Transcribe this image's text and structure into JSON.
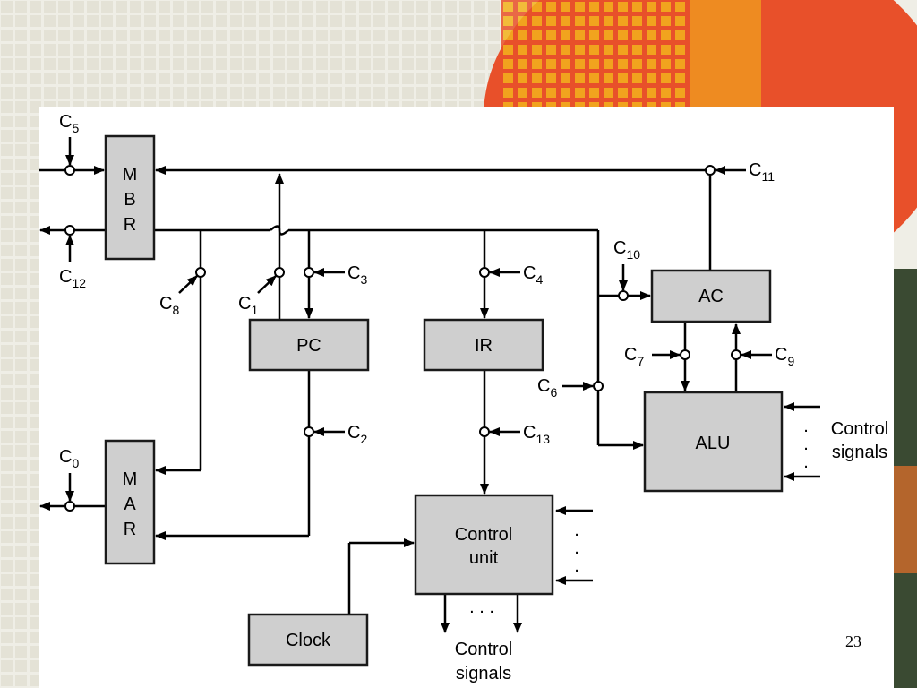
{
  "slide": {
    "page_number": "23",
    "colors": {
      "accent_orange": "#e8502a",
      "accent_yellow": "#f2b21c",
      "box_fill": "#cfcfcf"
    }
  },
  "diagram": {
    "registers": {
      "mbr": [
        "M",
        "B",
        "R"
      ],
      "mar": [
        "M",
        "A",
        "R"
      ],
      "pc": "PC",
      "ir": "IR",
      "ac": "AC",
      "alu": "ALU",
      "control_unit": [
        "Control",
        "unit"
      ],
      "clock": "Clock"
    },
    "control_points": {
      "c0": "0",
      "c1": "1",
      "c2": "2",
      "c3": "3",
      "c4": "4",
      "c5": "5",
      "c6": "6",
      "c7": "7",
      "c8": "8",
      "c9": "9",
      "c10": "10",
      "c11": "11",
      "c12": "12",
      "c13": "13"
    },
    "control_letter": "C",
    "dots_horizontal": ". . .",
    "control_signals_alu": [
      "Control",
      "signals"
    ],
    "control_signals_cu": [
      "Control",
      "signals"
    ]
  }
}
